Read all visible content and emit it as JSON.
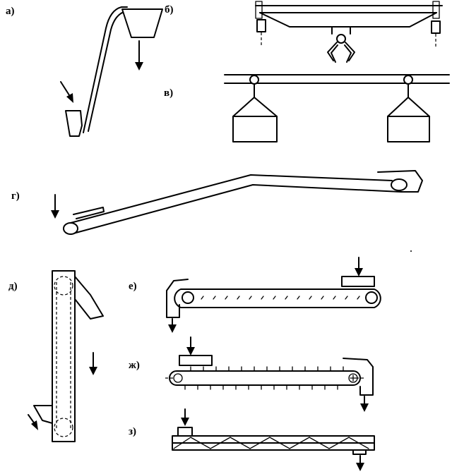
{
  "labels": {
    "a": "а)",
    "b": "б)",
    "v": "в)",
    "g": "г)",
    "d": "д)",
    "e": "е)",
    "zh": "ж)",
    "z": "з)"
  },
  "icons": {
    "bucket_elevator_incline": "inclined-elevator-icon",
    "hopper": "hopper-icon",
    "crane_grab": "overhead-crane-grab-icon",
    "monorail": "monorail-conveyor-icon",
    "belt_incline": "inclined-belt-conveyor-icon",
    "vertical_elevator": "vertical-bucket-elevator-icon",
    "plate_conveyor": "plate-conveyor-icon",
    "scraper_conveyor": "scraper-conveyor-icon",
    "screw_conveyor": "screw-conveyor-icon"
  },
  "colors": {
    "ink": "#000000",
    "paper": "#ffffff"
  }
}
